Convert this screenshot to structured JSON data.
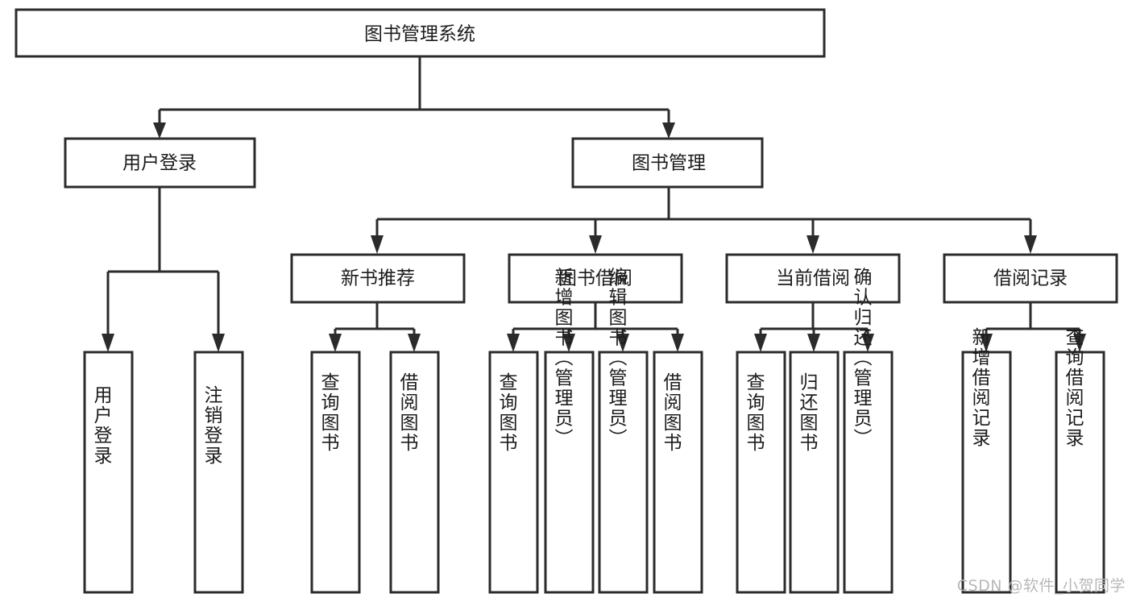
{
  "diagram": {
    "type": "tree-hierarchy-flowchart",
    "title": "图书管理系统",
    "orientation": "top-down",
    "colors": {
      "box_stroke": "#2b2b2b",
      "box_fill": "#ffffff",
      "connector": "#2b2b2b",
      "text": "#1c1c1c",
      "background": "#ffffff",
      "watermark": "#b8b8b8"
    },
    "levels": {
      "level0": [
        {
          "id": "root",
          "label": "图书管理系统",
          "orientation": "horizontal"
        }
      ],
      "level1": [
        {
          "id": "user-login",
          "label": "用户登录",
          "orientation": "horizontal",
          "parent": "root"
        },
        {
          "id": "book-management",
          "label": "图书管理",
          "orientation": "horizontal",
          "parent": "root"
        }
      ],
      "level2": [
        {
          "id": "new-book-recommend",
          "label": "新书推荐",
          "orientation": "horizontal",
          "parent": "book-management"
        },
        {
          "id": "book-borrow",
          "label": "图书借阅",
          "orientation": "horizontal",
          "parent": "book-management"
        },
        {
          "id": "current-borrow",
          "label": "当前借阅",
          "orientation": "horizontal",
          "parent": "book-management"
        },
        {
          "id": "borrow-record",
          "label": "借阅记录",
          "orientation": "horizontal",
          "parent": "book-management"
        }
      ],
      "level3": [
        {
          "id": "leaf-user-login",
          "label": "用户登录",
          "orientation": "vertical",
          "parent": "user-login"
        },
        {
          "id": "leaf-logout",
          "label": "注销登录",
          "orientation": "vertical",
          "parent": "user-login"
        },
        {
          "id": "leaf-query-book-1",
          "label": "查询图书",
          "orientation": "vertical",
          "parent": "new-book-recommend"
        },
        {
          "id": "leaf-borrow-book-1",
          "label": "借阅图书",
          "orientation": "vertical",
          "parent": "new-book-recommend"
        },
        {
          "id": "leaf-query-book-2",
          "label": "查询图书",
          "orientation": "vertical",
          "parent": "book-borrow"
        },
        {
          "id": "leaf-add-book",
          "label": "新增图书（管理员）",
          "orientation": "vertical",
          "parent": "book-borrow"
        },
        {
          "id": "leaf-edit-book",
          "label": "编辑图书（管理员）",
          "orientation": "vertical",
          "parent": "book-borrow"
        },
        {
          "id": "leaf-borrow-book-2",
          "label": "借阅图书",
          "orientation": "vertical",
          "parent": "book-borrow"
        },
        {
          "id": "leaf-query-book-3",
          "label": "查询图书",
          "orientation": "vertical",
          "parent": "current-borrow"
        },
        {
          "id": "leaf-return-book",
          "label": "归还图书",
          "orientation": "vertical",
          "parent": "current-borrow"
        },
        {
          "id": "leaf-confirm-return",
          "label": "确认归还（管理员）",
          "orientation": "vertical",
          "parent": "current-borrow"
        },
        {
          "id": "leaf-add-record",
          "label": "新增借阅记录",
          "orientation": "vertical",
          "parent": "borrow-record"
        },
        {
          "id": "leaf-query-record",
          "label": "查询借阅记录",
          "orientation": "vertical",
          "parent": "borrow-record"
        }
      ]
    }
  },
  "watermark": {
    "text": "CSDN @软件_小贺同学"
  }
}
